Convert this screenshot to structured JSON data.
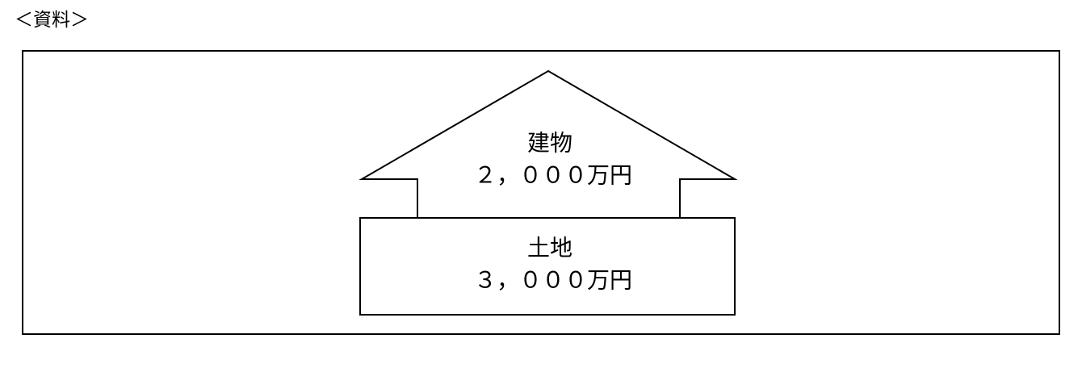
{
  "page": {
    "reference_label": "＜資料＞"
  },
  "diagram": {
    "building": {
      "label": "建物",
      "value": "２，０００万円"
    },
    "land": {
      "label": "土地",
      "value": "３，０００万円"
    }
  },
  "colors": {
    "line": "#000000",
    "background": "#ffffff",
    "text": "#000000"
  }
}
